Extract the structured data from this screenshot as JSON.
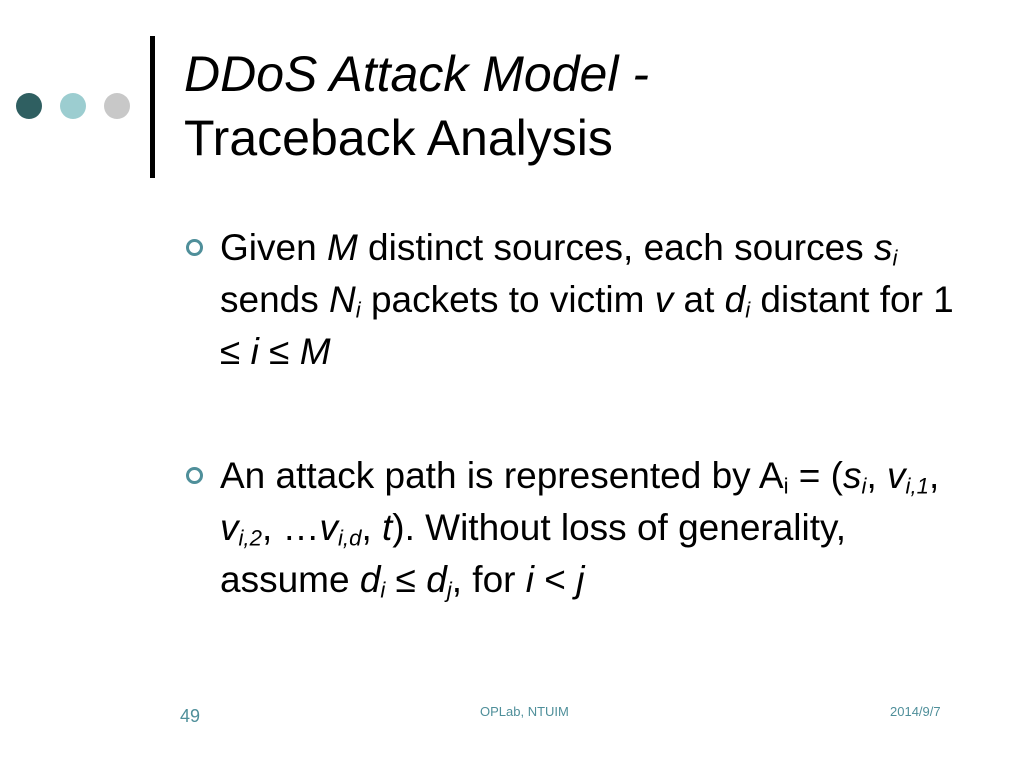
{
  "title": {
    "line1": "DDoS Attack Model -",
    "line2": "Traceback Analysis"
  },
  "bullets": [
    {
      "parts": {
        "p1": "Given ",
        "p2": "M",
        "p3": " distinct sources, each sources ",
        "p4": "s",
        "p5": "i",
        "p6": " sends ",
        "p7": "N",
        "p8": "i",
        "p9": " packets to victim ",
        "p10": "v",
        "p11": " at ",
        "p12": "d",
        "p13": "i",
        "p14": " distant for 1 ≤ ",
        "p15": "i",
        "p16": " ≤ ",
        "p17": "M"
      }
    },
    {
      "parts": {
        "p1": "An attack path is represented by A",
        "p2": "i",
        "p3": " = (",
        "p4": "s",
        "p5": "i",
        "p6": ", ",
        "p7": "v",
        "p8": "i,1",
        "p9": ", ",
        "p10": "v",
        "p11": "i,2",
        "p12": ", …",
        "p13": "v",
        "p14": "i,d",
        "p15": ", ",
        "p16": "t",
        "p17": "). Without loss of generality, assume ",
        "p18": "d",
        "p19": "i",
        "p20": " ≤ ",
        "p21": "d",
        "p22": "j",
        "p23": ", for ",
        "p24": "i",
        "p25": " < ",
        "p26": "j"
      }
    }
  ],
  "footer": {
    "page_number": "49",
    "center": "OPLab, NTUIM",
    "date": "2014/9/7"
  },
  "colors": {
    "accent": "#4f8f9a",
    "dot_dark": "#2f5f61",
    "dot_light": "#9ccdd0",
    "dot_gray": "#c8c8c8"
  }
}
